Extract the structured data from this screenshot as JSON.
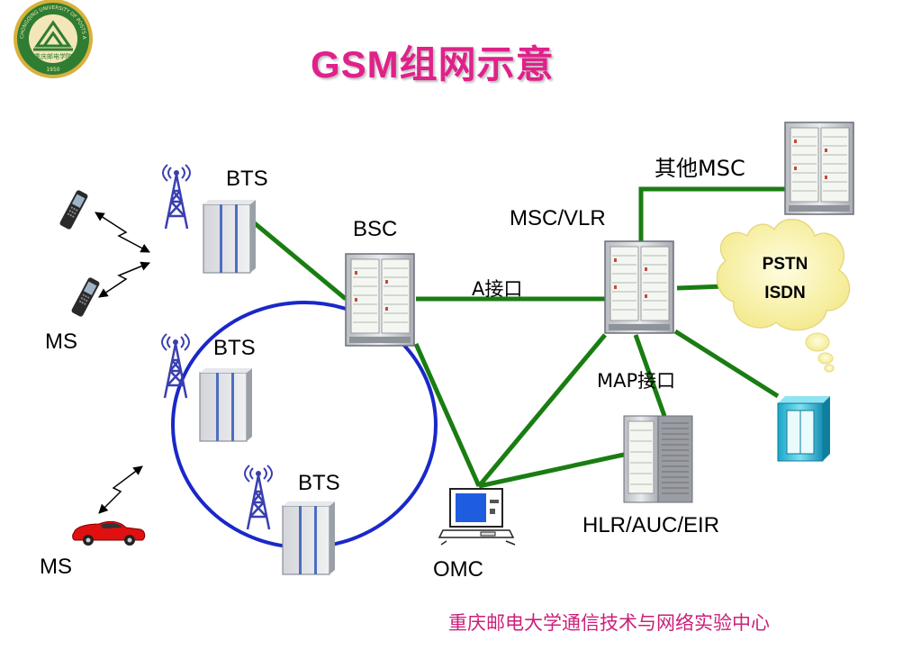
{
  "title": "GSM组网示意",
  "labels": {
    "bts_top": "BTS",
    "bts_mid": "BTS",
    "bts_bottom": "BTS",
    "bsc": "BSC",
    "msc_vlr": "MSC/VLR",
    "other_msc": "其他MSC",
    "a_interface": "A接口",
    "map_interface": "MAP接口",
    "hlr": "HLR/AUC/EIR",
    "omc": "OMC",
    "ms_top": "MS",
    "ms_bottom": "MS",
    "pstn": "PSTN",
    "isdn": "ISDN"
  },
  "footer": "重庆邮电大学通信技术与网络实验中心",
  "logo": {
    "ring_text": "CHONGQING UNIVERSITY OF POSTS AND TELECOMMUNICATIONS",
    "inner_text": "重庆邮电学院",
    "year": "1950"
  },
  "colors": {
    "title": "#e0218a",
    "link": "#1a7d12",
    "circle": "#1a28c8",
    "footer": "#cc1f7a",
    "tower": "#3a3fb0",
    "cloud": "#fff8b0",
    "car": "#e01010"
  }
}
